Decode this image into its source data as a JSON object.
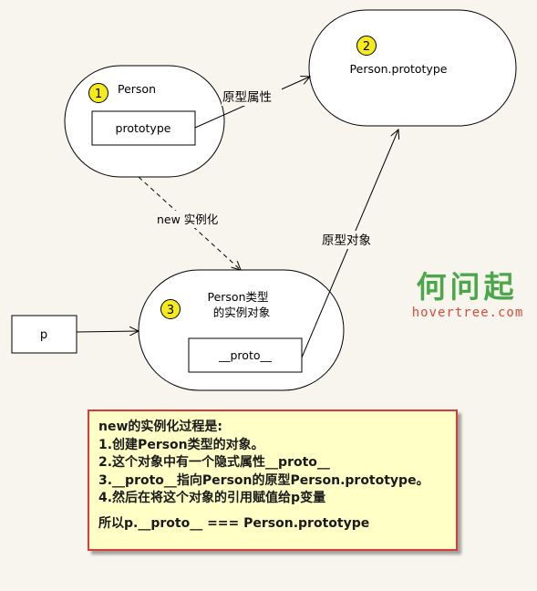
{
  "nodes": {
    "person": {
      "number": "1",
      "title": "Person",
      "field": "prototype"
    },
    "prototype_obj": {
      "number": "2",
      "title": "Person.prototype"
    },
    "instance": {
      "number": "3",
      "title_line1": "Person类型",
      "title_line2": "的实例对象",
      "field": "__proto__"
    },
    "p_var": {
      "label": "p"
    }
  },
  "edges": {
    "person_to_prototype": "原型属性",
    "person_to_instance": "new 实例化",
    "instance_to_prototype": "原型对象"
  },
  "watermark": {
    "brand": "何问起",
    "url": "hovertree.com"
  },
  "notes": {
    "lines": [
      "new的实例化过程是:",
      "1.创建Person类型的对象。",
      "2.这个对象中有一个隐式属性__proto__",
      "3.__proto__指向Person的原型Person.prototype。",
      "4.然后在将这个对象的引用赋值给p变量"
    ],
    "conclusion": "所以p.__proto__ === Person.prototype"
  },
  "colors": {
    "badge_fill": "#f5ea1c",
    "notes_bg": "#ffffc6",
    "notes_border": "#d93a3a",
    "watermark_brand": "#4aa84a",
    "watermark_url": "#e0483a"
  }
}
